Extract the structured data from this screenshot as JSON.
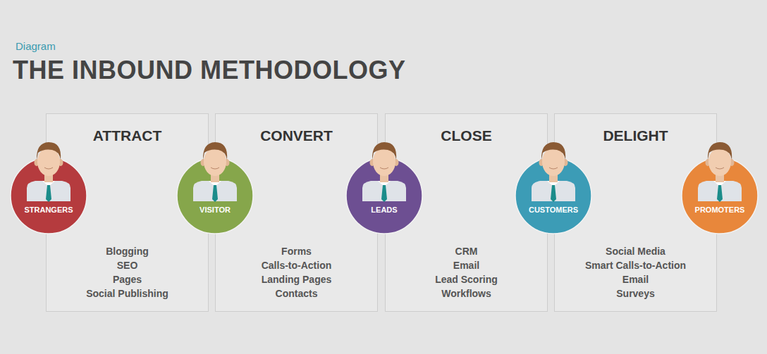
{
  "diagram": {
    "title": "THE INBOUND METHODOLOGY",
    "nodes": [
      {
        "text": [
          "ATTRACT",
          "Blogging",
          "SEO",
          "Pages",
          "Social Publishing"
        ]
      },
      {
        "text": [
          "CONVERT",
          "Forms",
          "Calls-to-Action",
          "Landing Pages",
          "Contacts"
        ]
      },
      {
        "text": [
          "CLOSE",
          "CRM",
          "Email",
          "Lead Scoring",
          "Workflows"
        ]
      },
      {
        "text": [
          "DELIGHT",
          "Social Media",
          "Smart Calls-to-Action",
          "Email",
          "Surveys"
        ]
      },
      {
        "text": [
          "STRANGERS"
        ]
      },
      {
        "text": [
          "VISITOR"
        ]
      },
      {
        "text": [
          "LEADS"
        ]
      },
      {
        "text": [
          "CUSTOMERS"
        ]
      },
      {
        "text": [
          "PROMOTERS"
        ]
      }
    ],
    "edges": [
      {
        "from": 4,
        "to": 5,
        "arrow": "to"
      },
      {
        "from": 5,
        "to": 6,
        "arrow": "to"
      },
      {
        "from": 6,
        "to": 7,
        "arrow": "to"
      },
      {
        "from": 7,
        "to": 8,
        "arrow": "to"
      }
    ],
    "labels": [
      "Diagram"
    ]
  }
}
